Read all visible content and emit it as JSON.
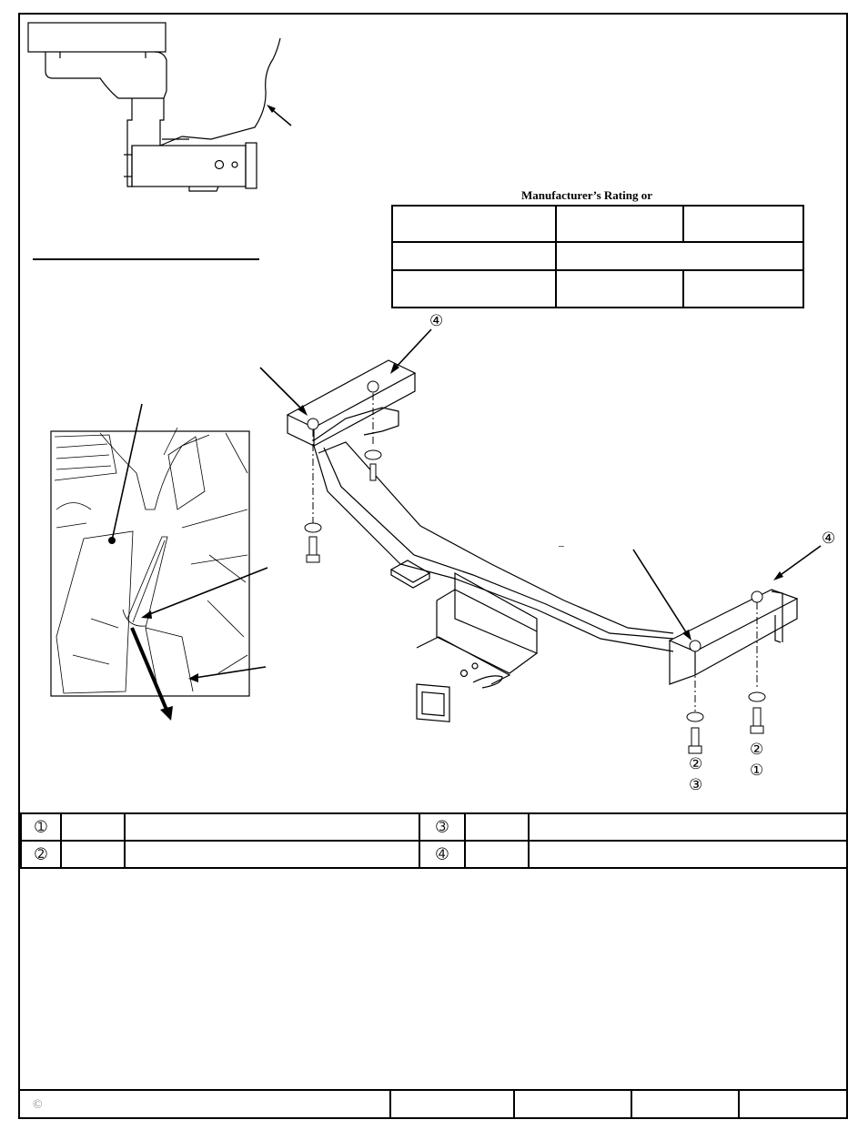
{
  "rating_table": {
    "title": "Manufacturer’s Rating or"
  },
  "callouts": {
    "c1": "④",
    "c2": "④",
    "c3": "②",
    "c4": "③",
    "c5": "②",
    "c6": "①",
    "dash": "–"
  },
  "parts_table": {
    "rows": [
      {
        "left_num": "➀",
        "right_num": "➂"
      },
      {
        "left_num": "➁",
        "right_num": "➃"
      }
    ]
  },
  "footer": {
    "copyright": "©"
  }
}
